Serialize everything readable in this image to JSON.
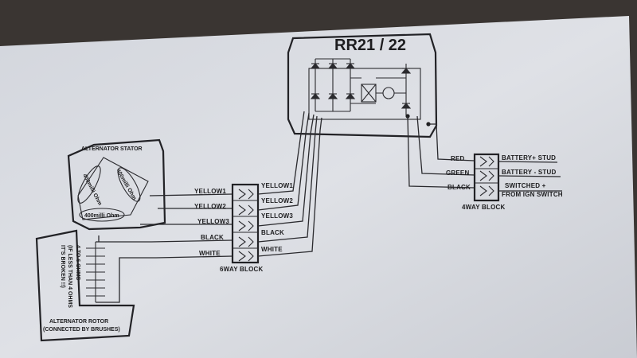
{
  "regulator": {
    "title": "RR21 /  22"
  },
  "stator": {
    "title": "ALTERNATOR STATOR",
    "coils": [
      "400milli Ohm",
      "400milli Ohm",
      "400milli Ohm"
    ]
  },
  "rotor": {
    "title_line1": "ALTERNATOR ROTOR",
    "title_line2": "(CONNECTED BY BRUSHES)",
    "resistance_line1": "4 TO 6 OHMS",
    "resistance_line2": "(IF LESS THAN 4 OHMS",
    "resistance_line3": "IT'S BROKEN !!)"
  },
  "six_way_block": {
    "label": "6WAY BLOCK",
    "left_wires": [
      "YELLOW1",
      "YELLOW2",
      "YELLOW3",
      "BLACK",
      "WHITE"
    ],
    "right_wires": [
      "YELLOW1",
      "YELLOW2",
      "YELLOW3",
      "BLACK",
      "WHITE"
    ]
  },
  "four_way_block": {
    "label": "4WAY BLOCK",
    "left_wires": [
      "RED",
      "GREEN",
      "BLACK"
    ],
    "right_labels": [
      "BATTERY+ STUD",
      "BATTERY - STUD",
      "SWITCHED +",
      "FROM IGN SWITCH"
    ]
  },
  "colors": {
    "paper": "#d9dce2",
    "ink": "#1d1d1f",
    "background": "#3a3532"
  }
}
